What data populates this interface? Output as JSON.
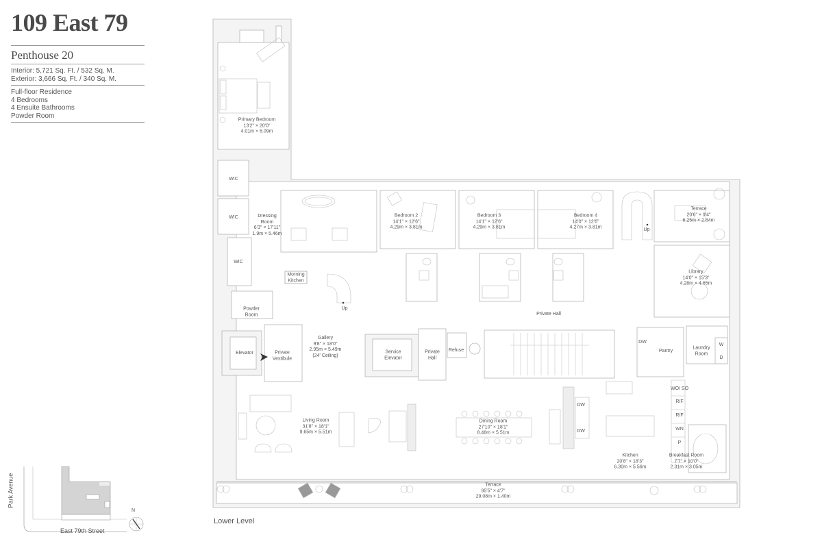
{
  "header": {
    "title": "109 East 79",
    "unit": "Penthouse 20",
    "areas": [
      "Interior: 5,721 Sq. Ft. / 532 Sq. M.",
      "Exterior: 3,666 Sq. Ft. / 340 Sq. M."
    ],
    "features": [
      "Full-floor Residence",
      "4 Bedrooms",
      "4 Ensuite Bathrooms",
      "Powder Room"
    ]
  },
  "keyplan": {
    "street_vertical": "Park Avenue",
    "street_horizontal": "East 79th Street",
    "north_label": "N"
  },
  "level_label": "Lower Level",
  "rooms": {
    "primary_bedroom": {
      "name": "Primary Bedroom",
      "imperial": "13'2\" × 20'0\"",
      "metric": "4.01m × 6.09m"
    },
    "wic1": {
      "name": "WIC"
    },
    "wic2": {
      "name": "WIC"
    },
    "wic3": {
      "name": "WIC"
    },
    "dressing_room": {
      "name1": "Dressing",
      "name2": "Room",
      "imperial": "6'3\" × 17'11\"",
      "metric": "1.9m × 5.46m"
    },
    "morning_kitchen": {
      "name1": "Morning",
      "name2": "Kitchen"
    },
    "powder_room": {
      "name1": "Powder",
      "name2": "Room"
    },
    "bedroom2": {
      "name": "Bedroom 2",
      "imperial": "14'1\" × 12'6\"",
      "metric": "4.29m × 3.81m"
    },
    "bedroom3": {
      "name": "Bedroom 3",
      "imperial": "14'1\" × 12'6\"",
      "metric": "4.29m × 3.81m"
    },
    "bedroom4": {
      "name": "Bedroom 4",
      "imperial": "14'0\" × 12'6\"",
      "metric": "4.27m × 3.81m"
    },
    "terrace_upper": {
      "name": "Terrace",
      "imperial": "20'6\" × 9'4\"",
      "metric": "6.25m × 2.84m"
    },
    "library": {
      "name": "Library",
      "imperial": "14'0\" × 15'3\"",
      "metric": "4.28m × 4.65m"
    },
    "stair_up1": {
      "name": "Up"
    },
    "stair_up2": {
      "name": "Up"
    },
    "private_hall": {
      "name": "Private Hall"
    },
    "elevator": {
      "name": "Elevator"
    },
    "private_vestibule": {
      "name1": "Private",
      "name2": "Vestibule"
    },
    "gallery": {
      "name": "Gallery",
      "imperial": "9'8\" × 18'0\"",
      "metric": "2.95m × 5.49m",
      "note": "(24' Ceiling)"
    },
    "service_elevator": {
      "name1": "Service",
      "name2": "Elevator"
    },
    "private_hall2": {
      "name1": "Private",
      "name2": "Hall"
    },
    "refuse": {
      "name": "Refuse"
    },
    "pantry": {
      "name": "Pantry"
    },
    "laundry_room": {
      "name1": "Laundry",
      "name2": "Room"
    },
    "living_room": {
      "name": "Living Room",
      "imperial": "31'8\" × 18'1\"",
      "metric": "9.65m × 5.51m"
    },
    "dining_room": {
      "name": "Dining Room",
      "imperial": "27'10\" × 18'1\"",
      "metric": "8.48m × 5.51m"
    },
    "kitchen": {
      "name": "Kitchen",
      "imperial": "20'8\" × 18'3\"",
      "metric": "6.30m × 5.56m"
    },
    "breakfast_room": {
      "name": "Breakfast Room",
      "imperial": "7'7\" × 10'0\"",
      "metric": "2.31m × 3.05m"
    },
    "terrace_lower": {
      "name": "Terrace",
      "imperial": "95'5\" × 4'7\"",
      "metric": "29.08m × 1.40m"
    }
  },
  "appliances": {
    "dw1": "DW",
    "dw2": "DW",
    "dw3": "DW",
    "washer": "W",
    "dryer": "D",
    "wo_so": "WO/\nSO",
    "rf1": "R/F",
    "rf2": "R/F",
    "wn": "WN",
    "p": "P"
  }
}
